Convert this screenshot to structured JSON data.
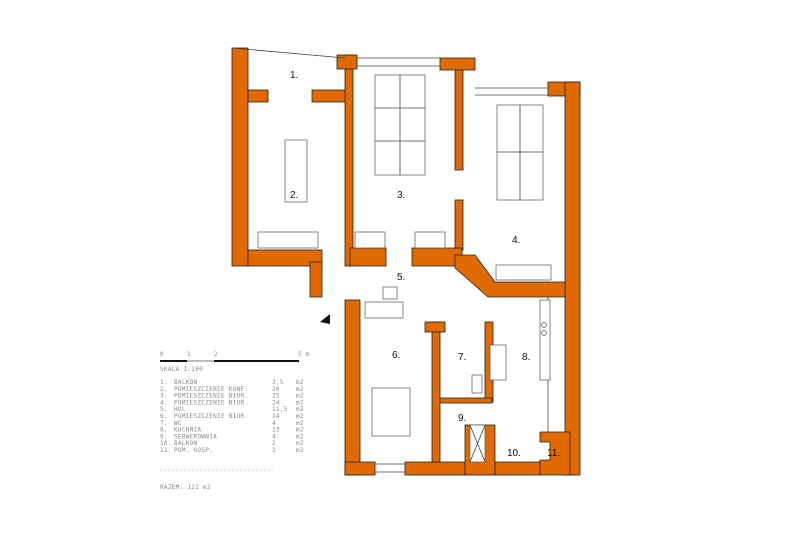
{
  "plan": {
    "wall_color": "#E06A00",
    "rooms": [
      "1.",
      "2.",
      "3.",
      "4.",
      "5.",
      "6.",
      "7.",
      "8.",
      "9.",
      "10.",
      "11."
    ]
  },
  "scale_bar": {
    "ticks": [
      "0",
      "1",
      "2",
      "5 m"
    ],
    "label": "SKALA 1:100"
  },
  "legend": [
    {
      "num": "1.",
      "name": "BALKON",
      "area": "3,5",
      "unit": "m2"
    },
    {
      "num": "2.",
      "name": "POMIESZCZENIE KONF.",
      "area": "20",
      "unit": "m2"
    },
    {
      "num": "3.",
      "name": "POMIESZCZENIE BIUR.",
      "area": "25",
      "unit": "m2"
    },
    {
      "num": "4.",
      "name": "POMIESZCZENIE BIUR.",
      "area": "24",
      "unit": "m2"
    },
    {
      "num": "5.",
      "name": "HOL",
      "area": "11,5",
      "unit": "m2"
    },
    {
      "num": "6.",
      "name": "POMIESZCZENIE BIUR.",
      "area": "14",
      "unit": "m2"
    },
    {
      "num": "7.",
      "name": "WC",
      "area": "4",
      "unit": "m2"
    },
    {
      "num": "8.",
      "name": "KUCHNIA",
      "area": "13",
      "unit": "m2"
    },
    {
      "num": "9.",
      "name": "SERWEROWNIA",
      "area": "4",
      "unit": "m2"
    },
    {
      "num": "10.",
      "name": "BALKON",
      "area": "2",
      "unit": "m2"
    },
    {
      "num": "11.",
      "name": "POM. GOSP.",
      "area": "1",
      "unit": "m2"
    }
  ],
  "total": "RAZEM: 122 m2"
}
